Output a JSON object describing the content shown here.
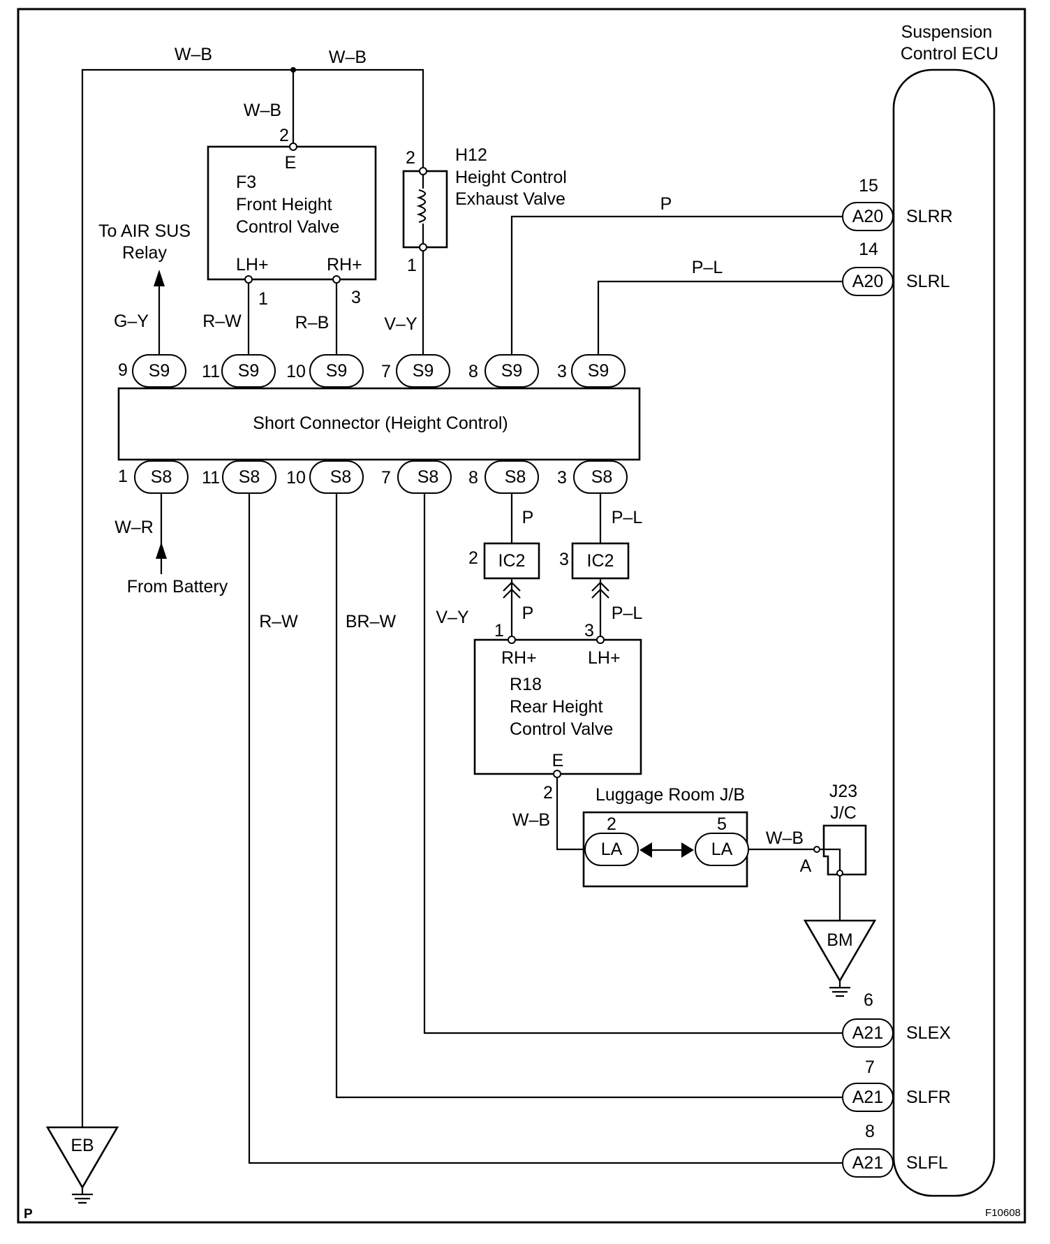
{
  "ecu": {
    "title_line1": "Suspension",
    "title_line2": "Control ECU",
    "pins": [
      {
        "num": "15",
        "conn": "A20",
        "sig": "SLRR"
      },
      {
        "num": "14",
        "conn": "A20",
        "sig": "SLRL"
      },
      {
        "num": "6",
        "conn": "A21",
        "sig": "SLEX"
      },
      {
        "num": "7",
        "conn": "A21",
        "sig": "SLFR"
      },
      {
        "num": "8",
        "conn": "A21",
        "sig": "SLFL"
      }
    ]
  },
  "f3": {
    "code": "F3",
    "name_line1": "Front Height",
    "name_line2": "Control Valve",
    "e_label": "E",
    "e_pin": "2",
    "lh_label": "LH+",
    "lh_pin": "1",
    "rh_label": "RH+",
    "rh_pin": "3"
  },
  "h12": {
    "code": "H12",
    "name_line1": "Height Control",
    "name_line2": "Exhaust Valve",
    "pin_top": "2",
    "pin_bottom": "1"
  },
  "short_connector": {
    "label": "Short Connector (Height Control)",
    "top_pins": [
      {
        "num": "9",
        "conn": "S9"
      },
      {
        "num": "11",
        "conn": "S9"
      },
      {
        "num": "10",
        "conn": "S9"
      },
      {
        "num": "7",
        "conn": "S9"
      },
      {
        "num": "8",
        "conn": "S9"
      },
      {
        "num": "3",
        "conn": "S9"
      }
    ],
    "bottom_pins": [
      {
        "num": "1",
        "conn": "S8"
      },
      {
        "num": "11",
        "conn": "S8"
      },
      {
        "num": "10",
        "conn": "S8"
      },
      {
        "num": "7",
        "conn": "S8"
      },
      {
        "num": "8",
        "conn": "S8"
      },
      {
        "num": "3",
        "conn": "S8"
      }
    ]
  },
  "wires": {
    "wb_top_left": "W–B",
    "wb_top_right": "W–B",
    "wb_f3": "W–B",
    "gy": "G–Y",
    "rw_top": "R–W",
    "rb_top": "R–B",
    "vy_top": "V–Y",
    "p_top": "P",
    "pl_top": "P–L",
    "wr": "W–R",
    "rw_bottom": "R–W",
    "brw": "BR–W",
    "vy_bottom": "V–Y",
    "p_s8": "P",
    "pl_s8": "P–L",
    "p_r18": "P",
    "pl_r18": "P–L",
    "wb_r18": "W–B",
    "wb_j23": "W–B"
  },
  "relay_label_line1": "To AIR SUS",
  "relay_label_line2": "Relay",
  "battery_label": "From Battery",
  "ic2": [
    {
      "num": "2",
      "conn": "IC2"
    },
    {
      "num": "3",
      "conn": "IC2"
    }
  ],
  "r18": {
    "code": "R18",
    "name_line1": "Rear Height",
    "name_line2": "Control Valve",
    "rh_label": "RH+",
    "rh_pin": "1",
    "lh_label": "LH+",
    "lh_pin": "3",
    "e_label": "E",
    "e_pin": "2"
  },
  "luggage_jb": {
    "label": "Luggage Room J/B",
    "left_pin": "2",
    "left_conn": "LA",
    "right_pin": "5",
    "right_conn": "LA"
  },
  "j23": {
    "line1": "J23",
    "line2": "J/C",
    "pin": "A"
  },
  "grounds": {
    "bm": "BM",
    "eb": "EB"
  },
  "corner_left": "P",
  "corner_right": "F10608"
}
